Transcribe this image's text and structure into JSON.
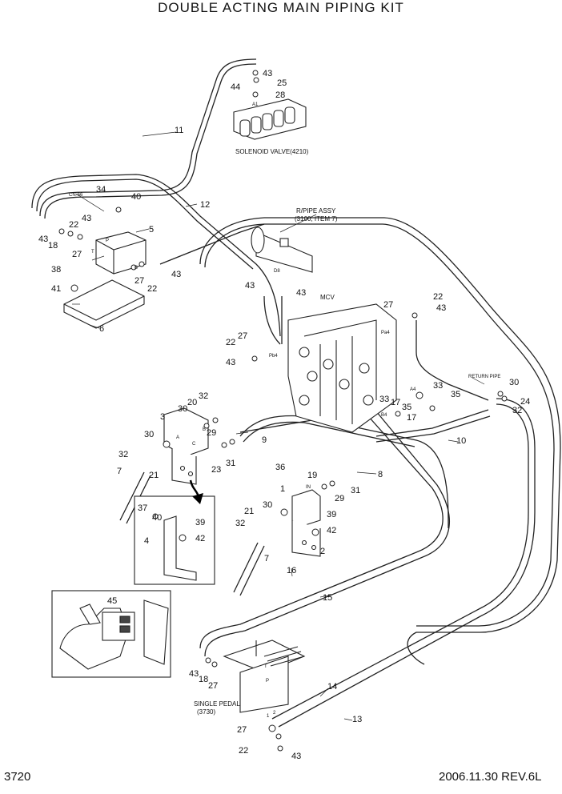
{
  "title": "DOUBLE ACTING MAIN PIPING KIT",
  "page_number": "3720",
  "revision": "2006.11.30  REV.6L",
  "labels": {
    "solenoid_valve": "SOLENOID VALVE(4210)",
    "rpipe_assy_1": "R/PIPE ASSY",
    "rpipe_assy_2": "(3100, ITEM 7)",
    "mcv": "MCV",
    "return_pipe": "RETURN PIPE",
    "single_pedal_1": "SINGLE PEDAL",
    "single_pedal_2": "(3730)",
    "cn66": "CN-66",
    "port_a1": "A1",
    "port_pb4": "Pb4",
    "port_pa4": "Pa4",
    "port_a4": "A4",
    "port_b4": "B4",
    "port_d8": "D8",
    "port_p": "P",
    "port_t": "T",
    "port_b": "B",
    "port_a": "A",
    "port_c": "C",
    "port_in": "IN",
    "port_1": "1",
    "port_2": "2"
  },
  "callouts": [
    {
      "id": "c43a",
      "text": "43"
    },
    {
      "id": "c44a",
      "text": "44"
    },
    {
      "id": "c25",
      "text": "25"
    },
    {
      "id": "c28",
      "text": "28"
    },
    {
      "id": "c11",
      "text": "11"
    },
    {
      "id": "c34",
      "text": "34"
    },
    {
      "id": "c40a",
      "text": "40"
    },
    {
      "id": "c12",
      "text": "12"
    },
    {
      "id": "c22a",
      "text": "22"
    },
    {
      "id": "c43b",
      "text": "43"
    },
    {
      "id": "c5",
      "text": "5"
    },
    {
      "id": "c43c",
      "text": "43"
    },
    {
      "id": "c18a",
      "text": "18"
    },
    {
      "id": "c27a",
      "text": "27"
    },
    {
      "id": "c38",
      "text": "38"
    },
    {
      "id": "c27b",
      "text": "27"
    },
    {
      "id": "c43d",
      "text": "43"
    },
    {
      "id": "c22b",
      "text": "22"
    },
    {
      "id": "c41",
      "text": "41"
    },
    {
      "id": "c6",
      "text": "6"
    },
    {
      "id": "c43e",
      "text": "43"
    },
    {
      "id": "c43f",
      "text": "43"
    },
    {
      "id": "c22c",
      "text": "22"
    },
    {
      "id": "c43g",
      "text": "43"
    },
    {
      "id": "c27c",
      "text": "27"
    },
    {
      "id": "c22d",
      "text": "22"
    },
    {
      "id": "c27d",
      "text": "27"
    },
    {
      "id": "c43h",
      "text": "43"
    },
    {
      "id": "c30a",
      "text": "30"
    },
    {
      "id": "c24",
      "text": "24"
    },
    {
      "id": "c32a",
      "text": "32"
    },
    {
      "id": "c33a",
      "text": "33"
    },
    {
      "id": "c35a",
      "text": "35"
    },
    {
      "id": "c33b",
      "text": "33"
    },
    {
      "id": "c17a",
      "text": "17"
    },
    {
      "id": "c35b",
      "text": "35"
    },
    {
      "id": "c17b",
      "text": "17"
    },
    {
      "id": "c10",
      "text": "10"
    },
    {
      "id": "c32b",
      "text": "32"
    },
    {
      "id": "c20",
      "text": "20"
    },
    {
      "id": "c30b",
      "text": "30"
    },
    {
      "id": "c3",
      "text": "3"
    },
    {
      "id": "c30c",
      "text": "30"
    },
    {
      "id": "c29a",
      "text": "29"
    },
    {
      "id": "c9",
      "text": "9"
    },
    {
      "id": "c32c",
      "text": "32"
    },
    {
      "id": "c23",
      "text": "23"
    },
    {
      "id": "c31a",
      "text": "31"
    },
    {
      "id": "c7a",
      "text": "7"
    },
    {
      "id": "c21a",
      "text": "21"
    },
    {
      "id": "c8",
      "text": "8"
    },
    {
      "id": "c36",
      "text": "36"
    },
    {
      "id": "c19",
      "text": "19"
    },
    {
      "id": "c1",
      "text": "1"
    },
    {
      "id": "c31b",
      "text": "31"
    },
    {
      "id": "c29b",
      "text": "29"
    },
    {
      "id": "c37",
      "text": "37"
    },
    {
      "id": "c40b",
      "text": "40"
    },
    {
      "id": "c39a",
      "text": "39"
    },
    {
      "id": "c4",
      "text": "4"
    },
    {
      "id": "c42a",
      "text": "42"
    },
    {
      "id": "c21b",
      "text": "21"
    },
    {
      "id": "c30d",
      "text": "30"
    },
    {
      "id": "c32d",
      "text": "32"
    },
    {
      "id": "c39b",
      "text": "39"
    },
    {
      "id": "c42b",
      "text": "42"
    },
    {
      "id": "c2",
      "text": "2"
    },
    {
      "id": "c7b",
      "text": "7"
    },
    {
      "id": "c16",
      "text": "16"
    },
    {
      "id": "c15",
      "text": "15"
    },
    {
      "id": "c45",
      "text": "45"
    },
    {
      "id": "c43i",
      "text": "43"
    },
    {
      "id": "c18b",
      "text": "18"
    },
    {
      "id": "c27e",
      "text": "27"
    },
    {
      "id": "c14",
      "text": "14"
    },
    {
      "id": "c13",
      "text": "13"
    },
    {
      "id": "c27f",
      "text": "27"
    },
    {
      "id": "c22e",
      "text": "22"
    },
    {
      "id": "c43j",
      "text": "43"
    }
  ]
}
